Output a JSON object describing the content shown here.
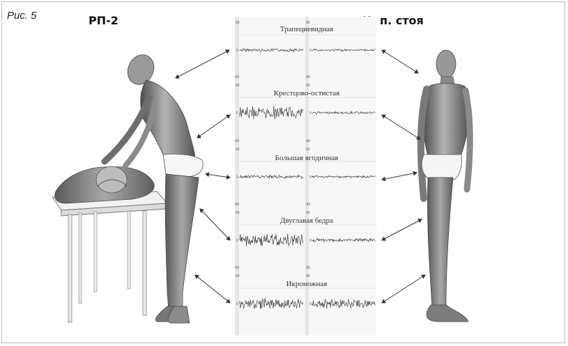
{
  "figure_label": "Рис. 5",
  "left_heading": "РП-2",
  "right_heading": "И. п. стоя",
  "muscles": [
    {
      "name": "Трапециевидная",
      "scale_top": "50",
      "scale_bottom": "",
      "zero": "0"
    },
    {
      "name": "Крестцово-остистая",
      "scale_top": "50",
      "scale_bottom": "-50",
      "zero": "0"
    },
    {
      "name": "Большая ягодичная",
      "scale_top": "50",
      "scale_bottom": "-50",
      "zero": "0"
    },
    {
      "name": "Двуглавая бедра",
      "scale_top": "50",
      "scale_bottom": "-50",
      "zero": "0"
    },
    {
      "name": "Икроножная",
      "scale_top": "50",
      "scale_bottom": "-50",
      "zero": "0"
    }
  ],
  "colors": {
    "figure": "#8a8a8a",
    "figure_dark": "#4a4a4a",
    "signal": "#2b2b2b",
    "panel": "#efefef",
    "table": "#f4f4f4"
  }
}
